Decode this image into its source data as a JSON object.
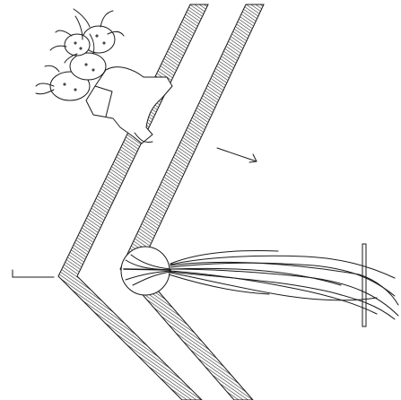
{
  "diagram": {
    "background_color": "#ffffff",
    "line_color": "#1a1a1a",
    "elements": [
      {
        "id": "inner-chevron-wall",
        "kind": "hatched-band"
      },
      {
        "id": "outer-chevron-wall",
        "kind": "hatched-band"
      },
      {
        "id": "sprouting-tuber-cluster",
        "kind": "drawing"
      },
      {
        "id": "spherical-bulb-with-roots",
        "kind": "drawing"
      },
      {
        "id": "vertical-rod",
        "kind": "line"
      },
      {
        "id": "right-direction-arrow",
        "kind": "arrow"
      },
      {
        "id": "left-direction-arrow",
        "kind": "arrow"
      }
    ]
  }
}
